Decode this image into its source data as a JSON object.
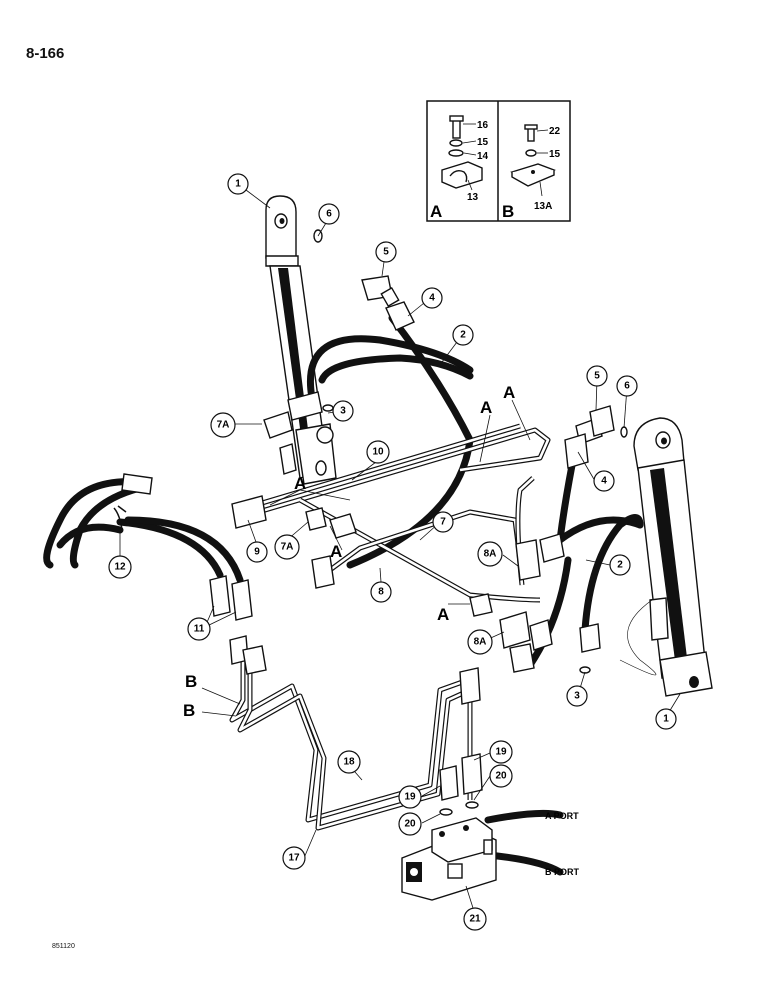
{
  "page_number": "8-166",
  "figure_code": "851120",
  "inset": {
    "panel_a": {
      "letter": "A",
      "labels": [
        "16",
        "15",
        "14",
        "13"
      ]
    },
    "panel_b": {
      "letter": "B",
      "labels": [
        "22",
        "15",
        "13A"
      ]
    }
  },
  "callouts": {
    "c1a": "1",
    "c6a": "6",
    "c5a": "5",
    "c4a": "4",
    "c2a": "2",
    "c3a": "3",
    "c7Aa": "7A",
    "c10": "10",
    "c9": "9",
    "c7Ab": "7A",
    "c7": "7",
    "c8": "8",
    "c12": "12",
    "c11": "11",
    "c5b": "5",
    "c6b": "6",
    "c4b": "4",
    "c8Aa": "8A",
    "c2b": "2",
    "c8Ab": "8A",
    "c3b": "3",
    "c1b": "1",
    "c18": "18",
    "c19a": "19",
    "c19b": "19",
    "c20a": "20",
    "c20b": "20",
    "c17": "17",
    "c21": "21"
  },
  "letters": {
    "la1": "A",
    "la2": "A",
    "la3": "A",
    "la4": "A",
    "la5": "A",
    "lb1": "B",
    "lb2": "B"
  },
  "ports": {
    "a_port": "A PORT",
    "b_port": "B PORT"
  }
}
